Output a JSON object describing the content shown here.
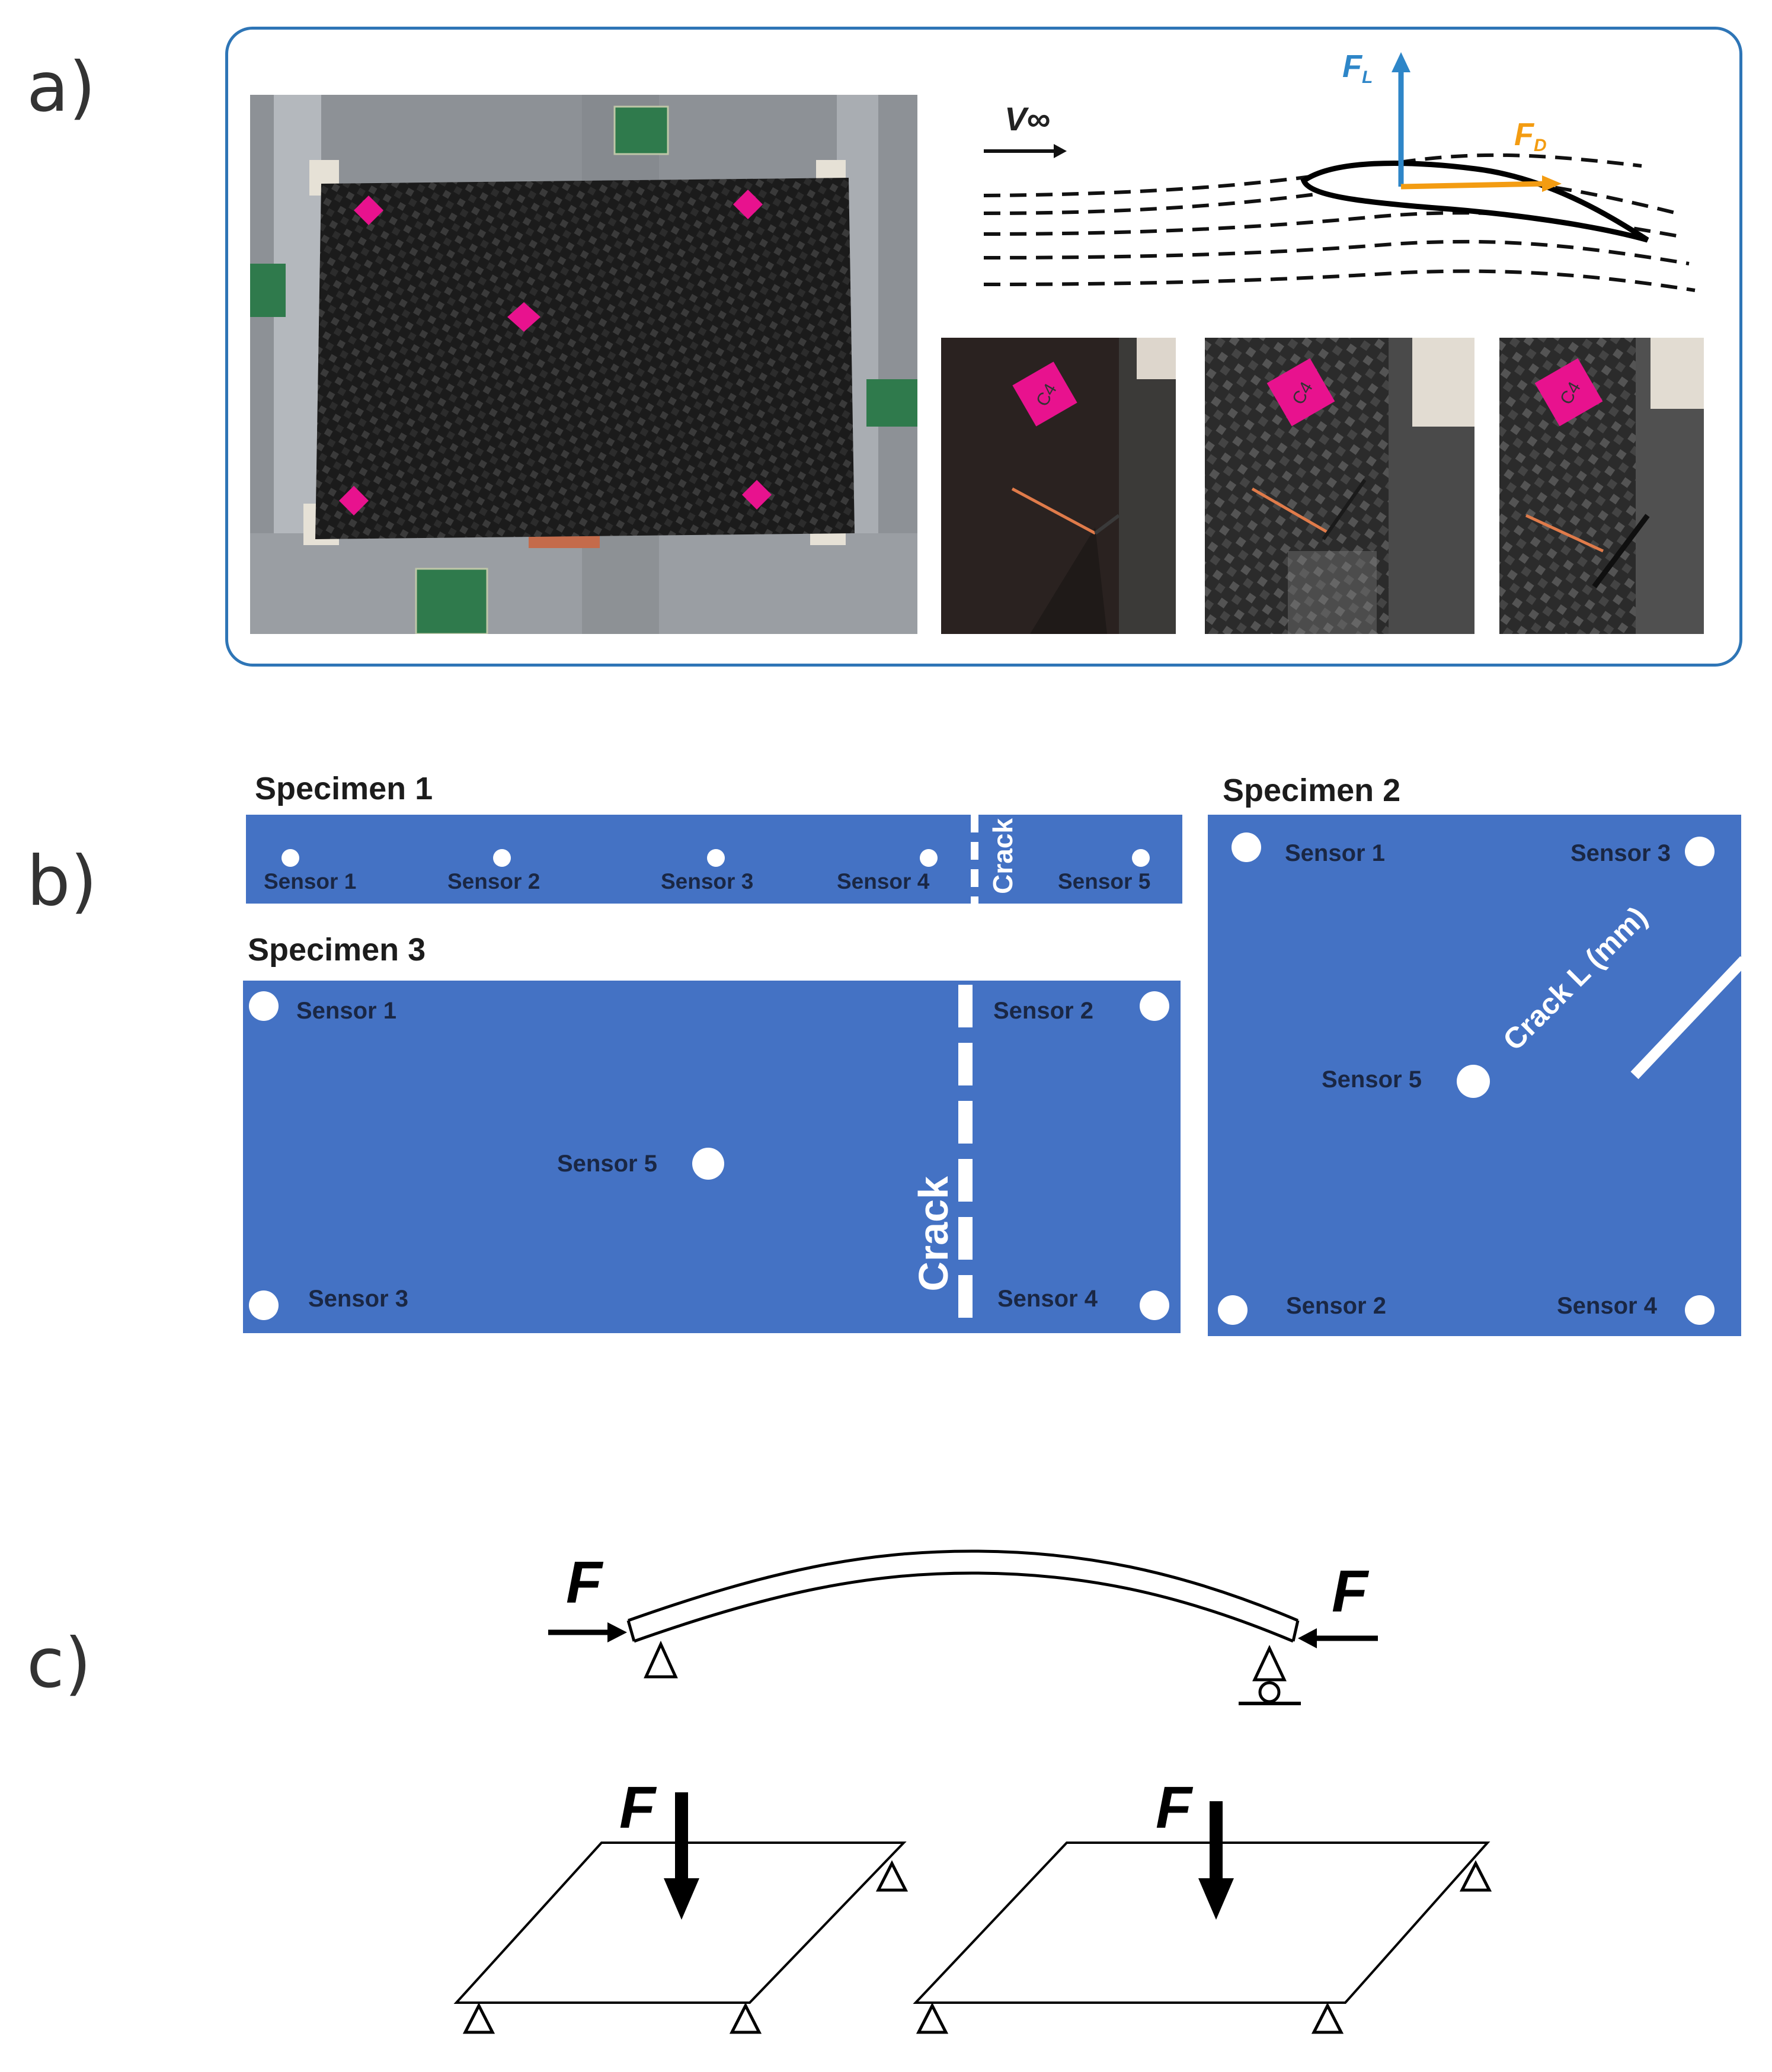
{
  "panels": {
    "a": "a)",
    "b": "b)",
    "c": "c)"
  },
  "airfoil": {
    "v_label": "V∞",
    "lift_label": "F",
    "lift_sub": "L",
    "drag_label": "F",
    "drag_sub": "D"
  },
  "photo_tags": [
    "C4",
    "C4",
    "C4"
  ],
  "colors": {
    "plate": "#4472c4",
    "frame": "#2e75b6",
    "marker": "#e8128e",
    "lift": "#2e86c8",
    "drag": "#f39c12"
  },
  "specimen1": {
    "title": "Specimen 1",
    "sensors": [
      "Sensor 1",
      "Sensor 2",
      "Sensor 3",
      "Sensor 4",
      "Sensor 5"
    ],
    "crack": "Crack"
  },
  "specimen2": {
    "title": "Specimen 2",
    "sensors": [
      "Sensor 1",
      "Sensor 3",
      "Sensor 5",
      "Sensor 2",
      "Sensor 4"
    ],
    "crack": "Crack L (mm)"
  },
  "specimen3": {
    "title": "Specimen 3",
    "sensors": [
      "Sensor 1",
      "Sensor 2",
      "Sensor 5",
      "Sensor 3",
      "Sensor 4"
    ],
    "crack": "Crack"
  },
  "loads": {
    "force": "F"
  }
}
